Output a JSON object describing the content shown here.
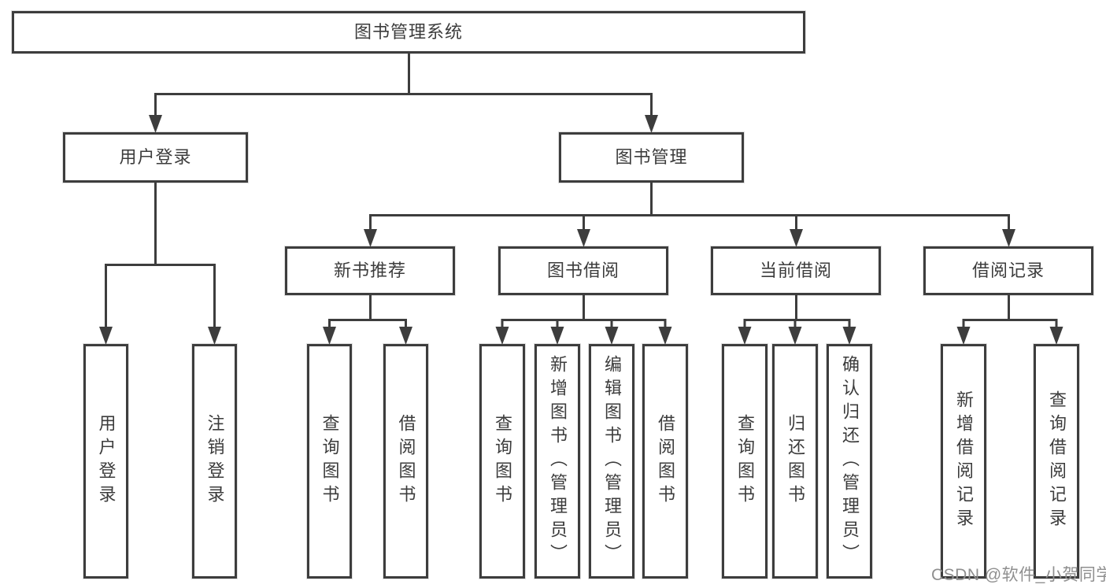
{
  "colors": {
    "line": "#3d3d3d",
    "text": "#3c3c3c",
    "background": "#ffffff",
    "watermark": "#8f8f8f"
  },
  "diagram": {
    "root": {
      "label": "图书管理系统"
    },
    "level2": [
      {
        "label": "用户登录"
      },
      {
        "label": "图书管理"
      }
    ],
    "level3": [
      {
        "label": "新书推荐"
      },
      {
        "label": "图书借阅"
      },
      {
        "label": "当前借阅"
      },
      {
        "label": "借阅记录"
      }
    ],
    "leaves": {
      "user_login": [
        {
          "label": "用户登录"
        },
        {
          "label": "注销登录"
        }
      ],
      "new_book_recommendation": [
        {
          "label": "查询图书"
        },
        {
          "label": "借阅图书"
        }
      ],
      "book_borrowing": [
        {
          "label": "查询图书"
        },
        {
          "label": "新增图书（管理员）"
        },
        {
          "label": "编辑图书（管理员）"
        },
        {
          "label": "借阅图书"
        }
      ],
      "current_borrowing": [
        {
          "label": "查询图书"
        },
        {
          "label": "归还图书"
        },
        {
          "label": "确认归还（管理员）"
        }
      ],
      "borrowing_records": [
        {
          "label": "新增借阅记录"
        },
        {
          "label": "查询借阅记录"
        }
      ]
    }
  },
  "watermark": {
    "text": "CSDN @软件_小贺同学"
  }
}
